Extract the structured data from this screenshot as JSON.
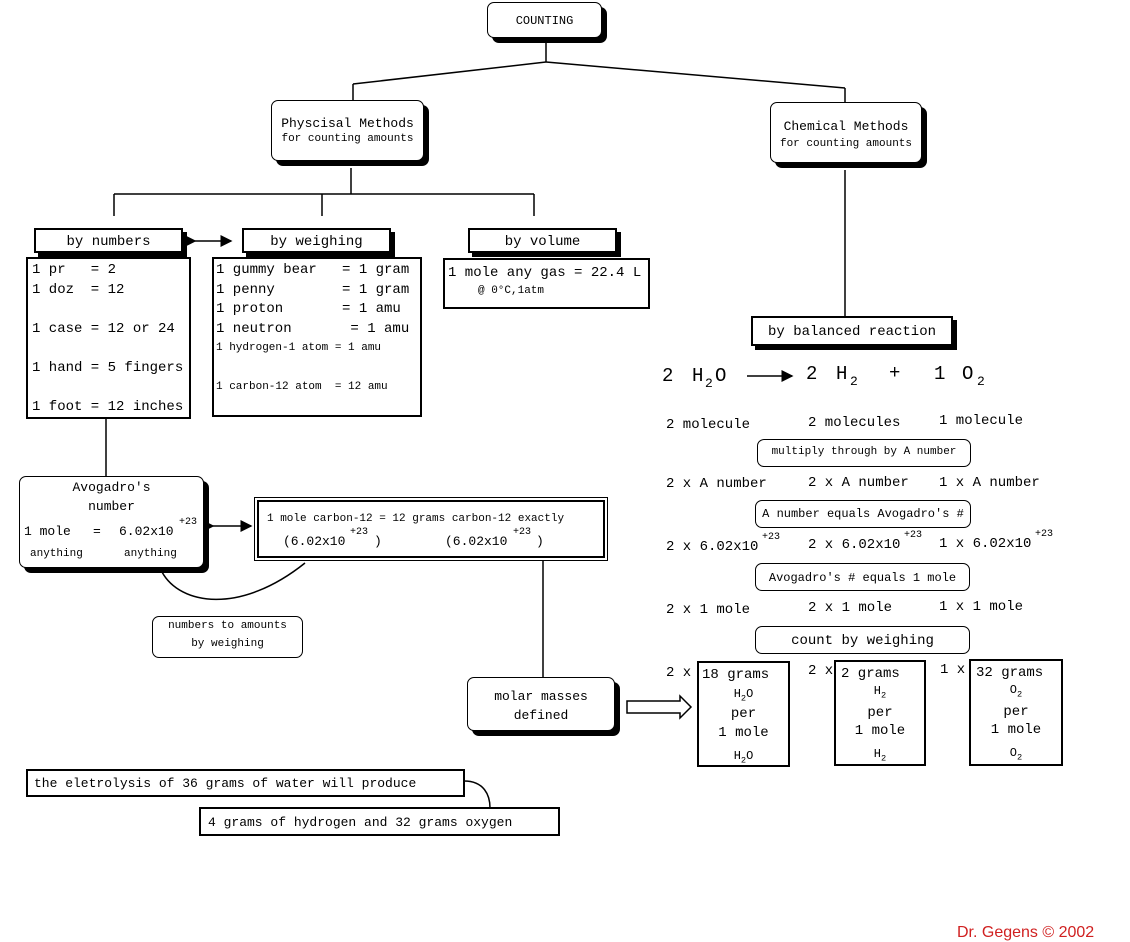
{
  "title": "COUNTING",
  "physical": {
    "line1": "Physcisal Methods",
    "line2": "for counting amounts"
  },
  "chemical": {
    "line1": "Chemical Methods",
    "line2": "for counting amounts"
  },
  "by_numbers": {
    "label": "by numbers",
    "lines": [
      "1 pr   = 2",
      "1 doz  = 12",
      "",
      "1 case = 12 or 24",
      "",
      "1 hand = 5 fingers",
      "",
      "1 foot = 12 inches"
    ]
  },
  "by_weighing": {
    "label": "by weighing",
    "rows": [
      {
        "text": "1 gummy bear   = 1 gram",
        "small": false
      },
      {
        "text": "1 penny        = 1 gram",
        "small": false
      },
      {
        "text": "1 proton       = 1 amu",
        "small": false
      },
      {
        "text": "1 neutron       = 1 amu",
        "small": false
      },
      {
        "text": "1 hydrogen-1 atom = 1 amu",
        "small": true
      },
      {
        "text": "",
        "small": false
      },
      {
        "text": "1 carbon-12 atom  = 12 amu",
        "small": true
      }
    ]
  },
  "by_volume": {
    "label": "by volume",
    "line1": "1 mole any gas = 22.4 L",
    "line2": "@ 0°C,1atm"
  },
  "avogadro": {
    "title1": "Avogadro's",
    "title2": "number",
    "lhs": "1 mole",
    "eq": "=",
    "mant": "6.02x10",
    "exp": "+23",
    "any1": "anything",
    "any2": "anything"
  },
  "mole_carbon": {
    "line": "1 mole carbon-12 = 12 grams carbon-12 exactly",
    "p1_a": "(6.02x10",
    "p1_exp": "+23",
    "p1_b": ")",
    "p2_a": "(6.02x10",
    "p2_exp": "+23",
    "p2_b": ")"
  },
  "numbers_to_amounts": {
    "line1": "numbers to amounts",
    "line2": "by weighing"
  },
  "molar_masses": {
    "line1": "molar masses",
    "line2": "defined"
  },
  "balanced": {
    "label": "by balanced reaction",
    "eq": {
      "c1": "2",
      "r1": "H",
      "r1s": "2",
      "r1e": "O",
      "c2": "2",
      "p1": "H",
      "p1s": "2",
      "plus": "+",
      "c3": "1",
      "p2": "O",
      "p2s": "2"
    }
  },
  "rows": {
    "molecules": [
      "2 molecule",
      "2 molecules",
      "1 molecule"
    ],
    "step1": "multiply through by A number",
    "anumber": [
      "2 x A number",
      "2 x A number",
      "1 x A number"
    ],
    "step2": "A number equals Avogadro's #",
    "sci": [
      {
        "a": "2 x 6.02x10",
        "e": "+23"
      },
      {
        "a": "2 x 6.02x10",
        "e": "+23"
      },
      {
        "a": "1 x 6.02x10",
        "e": "+23"
      }
    ],
    "step3": "Avogadro's # equals 1 mole",
    "moles": [
      "2 x 1 mole",
      "2 x 1 mole",
      "1 x 1 mole"
    ],
    "step4": "count by weighing",
    "grams_prefix": [
      "2 x",
      "2 x",
      "1 x"
    ]
  },
  "mass_boxes": [
    {
      "grams": "18 grams",
      "f1": "H",
      "f1s": "2",
      "f1e": "O",
      "per": "per",
      "mole": "1 mole",
      "f2": "H",
      "f2s": "2",
      "f2e": "O"
    },
    {
      "grams": "2 grams",
      "f1": "H",
      "f1s": "2",
      "f1e": "",
      "per": "per",
      "mole": "1 mole",
      "f2": "H",
      "f2s": "2",
      "f2e": ""
    },
    {
      "grams": "32 grams",
      "f1": "O",
      "f1s": "2",
      "f1e": "",
      "per": "per",
      "mole": "1 mole",
      "f2": "O",
      "f2s": "2",
      "f2e": ""
    }
  ],
  "electrolysis": "the eletrolysis of 36 grams of water will produce",
  "result": "4 grams of hydrogen and 32 grams oxygen",
  "credit": "Dr. Gegens © 2002",
  "colors": {
    "credit": "#d02020"
  }
}
